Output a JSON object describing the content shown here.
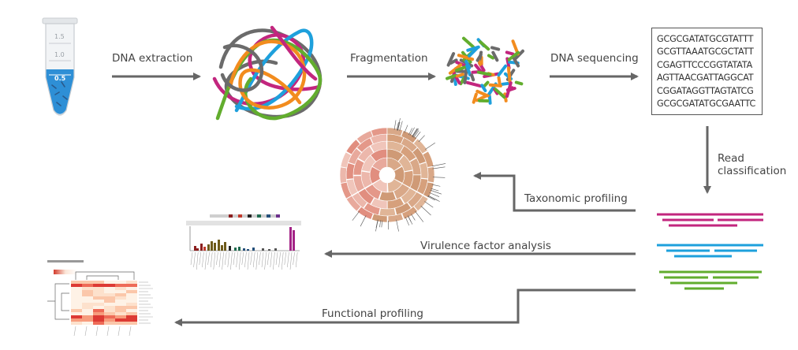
{
  "steps": {
    "extraction": "DNA extraction",
    "fragmentation": "Fragmentation",
    "sequencing": "DNA sequencing",
    "classification_line1": "Read",
    "classification_line2": "classification",
    "taxonomic": "Taxonomic profiling",
    "virulence": "Virulence factor analysis",
    "functional": "Functional profiling"
  },
  "tube": {
    "marks": [
      "1.5",
      "1.0",
      "0.5"
    ],
    "liquid_color": "#2e8fd6"
  },
  "sequences": [
    "GCGCGATATGCGTATTT",
    "GCGTTAAATGCGCTATT",
    "CGAGTTCCCGGTATATA",
    "AGTTAACGATTAGGCAT",
    "CGGATAGGTTAGTATCG",
    "GCGCGATATGCGAATTC"
  ],
  "colors": {
    "arrow": "#666666",
    "magenta": "#c2267e",
    "blue": "#1ea0dc",
    "green": "#62ad2e",
    "orange": "#f28c1e",
    "grey": "#6b6b6b"
  }
}
